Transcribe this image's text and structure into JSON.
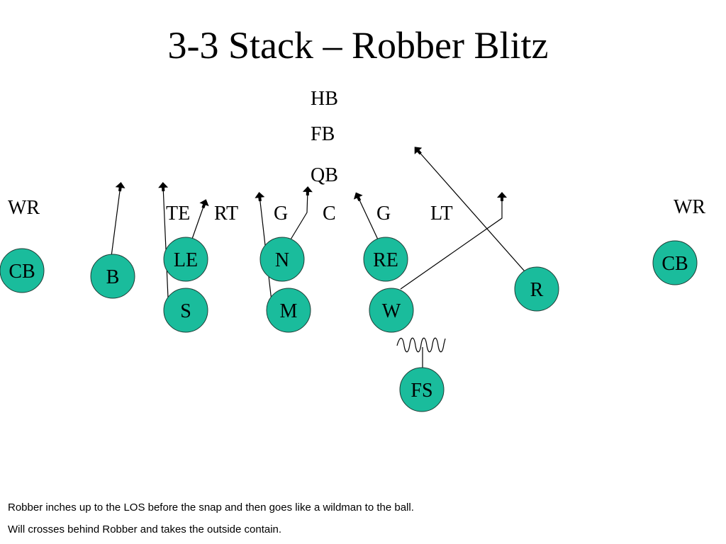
{
  "title": "3-3 Stack – Robber Blitz",
  "colors": {
    "defender_fill": "#1ABC9C",
    "defender_stroke": "#1f3b34",
    "route_stroke": "#000000",
    "text": "#000000"
  },
  "offense": [
    "HB",
    "FB",
    "QB",
    "TE",
    "RT",
    "G",
    "C",
    "G",
    "LT",
    "WR",
    "WR"
  ],
  "defense": [
    "CB",
    "B",
    "LE",
    "S",
    "N",
    "M",
    "RE",
    "W",
    "R",
    "FS",
    "CB"
  ],
  "notes": [
    "Robber inches up to the LOS before the snap and then goes like a wildman to the ball.",
    "Will crosses behind Robber and takes the outside contain."
  ]
}
